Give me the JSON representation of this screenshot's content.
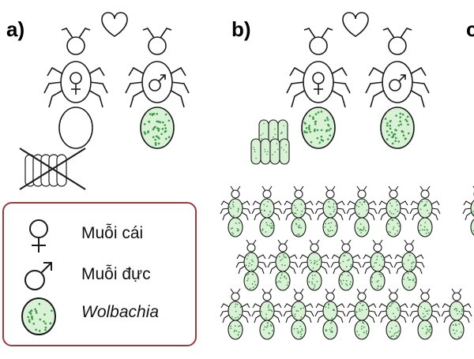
{
  "panels": [
    {
      "label": "a)"
    },
    {
      "label": "b)"
    },
    {
      "label": "c"
    }
  ],
  "legend": {
    "female_label": "Muỗi cái",
    "male_label": "Muỗi đực",
    "wolbachia_label": "Wolbachia"
  },
  "colors": {
    "wolbachia_fill": "#d9f2d6",
    "wolbachia_dots": "#3c9a48",
    "legend_border": "#9a3b3b",
    "outline": "#1a1a1a"
  },
  "icons": {
    "heart": "heart-icon",
    "female": "female-symbol-icon",
    "male": "male-symbol-icon",
    "egg_cluster": "egg-cluster-icon",
    "crossed_eggs": "crossed-out-eggs-icon"
  }
}
